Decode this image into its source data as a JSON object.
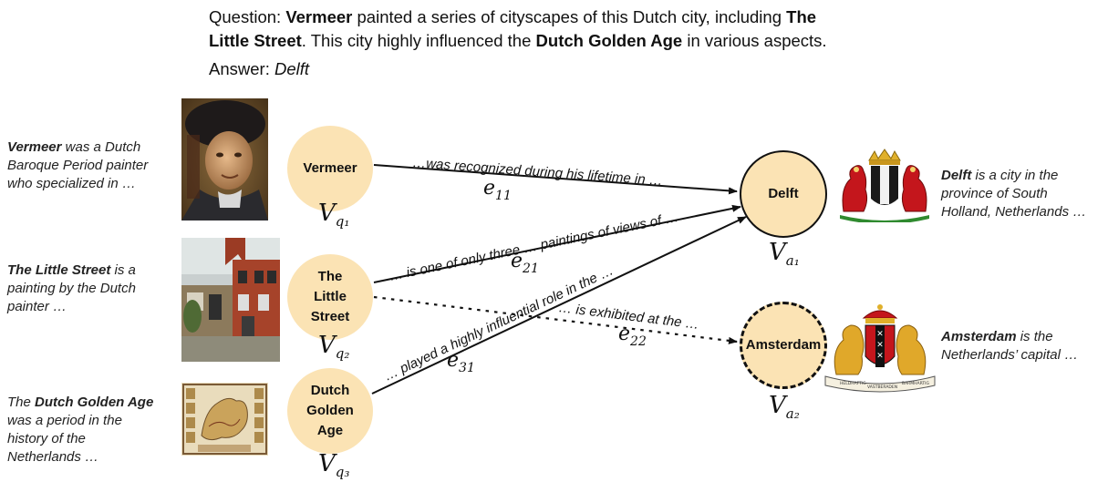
{
  "question": {
    "prefix": "Question: ",
    "bold1": "Vermeer",
    "mid1": " painted a series of cityscapes of this Dutch city, including ",
    "bold2a": "The",
    "bold2b": "Little Street",
    "mid2": ". This city highly influenced the ",
    "bold3": "Dutch Golden Age",
    "suffix": " in various aspects."
  },
  "answer": {
    "prefix": "Answer: ",
    "value": "Delft"
  },
  "descriptions": {
    "vermeer": {
      "bold": "Vermeer",
      "rest1": " was a Dutch",
      "line2": "Baroque Period painter",
      "line3": "who specialized in …"
    },
    "little_street": {
      "bold": "The Little Street",
      "rest1": " is a",
      "line2": "painting by the Dutch",
      "line3": "painter …"
    },
    "golden_age": {
      "pre": "The ",
      "bold": "Dutch Golden Age",
      "line2": "was a period in the",
      "line3": "history of the",
      "line4": "Netherlands …"
    },
    "delft": {
      "bold": "Delft",
      "rest1": " is a city in the",
      "line2": "province of South",
      "line3": "Holland, Netherlands …"
    },
    "amsterdam": {
      "bold": "Amsterdam",
      "rest1": " is the",
      "line2": "Netherlands’ capital …"
    }
  },
  "nodes": {
    "vermeer": "Vermeer",
    "little_street": [
      "The",
      "Little",
      "Street"
    ],
    "golden_age": [
      "Dutch",
      "Golden",
      "Age"
    ],
    "delft": "Delft",
    "amsterdam": "Amsterdam"
  },
  "node_labels": {
    "q1": {
      "base": "V",
      "sub": "q₁"
    },
    "q2": {
      "base": "V",
      "sub": "q₂"
    },
    "q3": {
      "base": "V",
      "sub": "q₃"
    },
    "a1": {
      "base": "V",
      "sub": "a₁"
    },
    "a2": {
      "base": "V",
      "sub": "a₂"
    }
  },
  "edges": {
    "e11": {
      "text": "…was recognized during his lifetime in …",
      "label_base": "e",
      "label_sub": "11"
    },
    "e21": {
      "text": "… is one of only three … paintings of views of …",
      "label_base": "e",
      "label_sub": "21"
    },
    "e22": {
      "text": "… is exhibited at the …",
      "label_base": "e",
      "label_sub": "22"
    },
    "e31": {
      "text": "… played a highly influential role in the …",
      "label_base": "e",
      "label_sub": "31"
    }
  },
  "crest_texts": {
    "ams_banner_left": "HELDHAFTIG",
    "ams_banner_mid": "VASTBERADEN",
    "ams_banner_right": "BARMHARTIG"
  },
  "colors": {
    "node_fill": "#fbe3b4",
    "stroke": "#111111",
    "crest_red": "#c4161c",
    "crest_gold": "#e0b02a"
  }
}
